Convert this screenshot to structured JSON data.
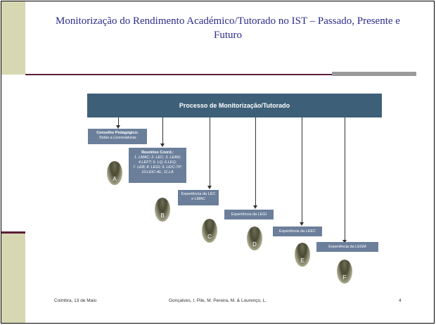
{
  "slide": {
    "title": "Monitorização do Rendimento Académico/Tutorado no IST – Passado, Presente e Futuro",
    "header": "Processo de Monitorização/Tutorado"
  },
  "boxes": {
    "a_title": "Conselho Pedagógico:",
    "a_sub": "Todas a Licenciaturas",
    "b_title": "Reuniões Coord.:",
    "b_line1": "1. LMAC; 2. LEC; 3. LEAN;",
    "b_line2": "4.LEFT; 5. LQ; 6.LEQ;",
    "b_line3": "7. LEB; 8. LEGI; 9. LEIC-TP;",
    "b_line4": "10.LEIC-AL; 11.LA",
    "c_text": "Experiência da LEC e LMAC",
    "d_text": "Experiência da LEGI",
    "e_text": "Experiência da LEEC",
    "f_text": "Experiência da LEGM"
  },
  "ovals": [
    "A",
    "B",
    "C",
    "D",
    "E",
    "F"
  ],
  "footer": {
    "left": "Coimbra, 13 de Maio",
    "center": "Gonçalves, I.  Pile, M.  Pereira, M. & Lourenço, L.",
    "page": "4"
  },
  "colors": {
    "title": "#2b2b8c",
    "header_bar": "#3e5f78",
    "box": "#6b7f9b",
    "band": "#d7d7b2",
    "maroon": "#5b1f3a"
  }
}
